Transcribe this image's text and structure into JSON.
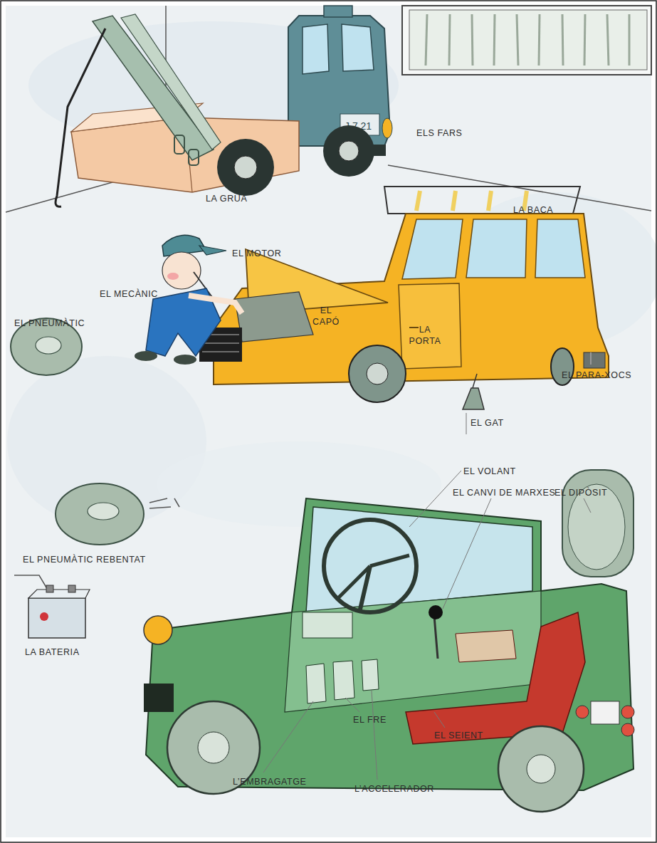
{
  "diagram": {
    "labels": [
      "ELS FARS",
      "LA GRUA",
      "LA BACA",
      "EL MOTOR",
      "EL MECÀNIC",
      "EL CAPÓ",
      "LA PORTA",
      "EL PNEUMÀTIC",
      "EL PARA-XOCS",
      "EL GAT",
      "EL VOLANT",
      "EL CANVI DE MARXES",
      "EL DIPÒSIT",
      "EL PNEUMÀTIC REBENTAT",
      "LA BATERIA",
      "EL FRE",
      "EL SEIENT",
      "L’EMBRAGATGE",
      "L’ACCELERADOR"
    ]
  }
}
